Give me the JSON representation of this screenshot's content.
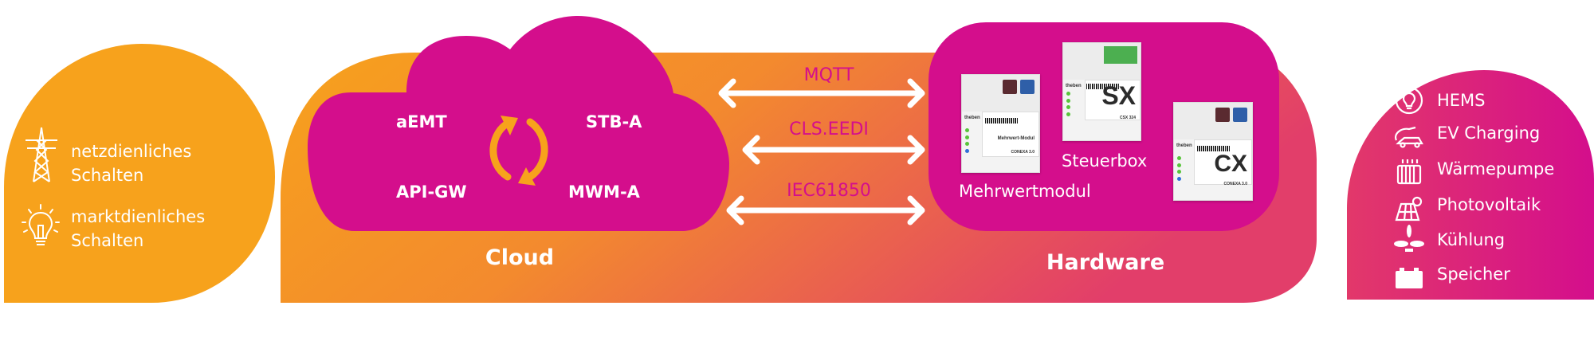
{
  "colors": {
    "orange": "#F7A21C",
    "magenta": "#D40E8C",
    "coral": "#E8506A",
    "white": "#FFFFFF"
  },
  "left_panel": {
    "items": [
      {
        "icon": "power-tower-icon",
        "line1": "netzdienliches",
        "line2": "Schalten"
      },
      {
        "icon": "lightbulb-icon",
        "line1": "marktdienliches",
        "line2": "Schalten"
      }
    ]
  },
  "cloud": {
    "label": "Cloud",
    "services": [
      "aEMT",
      "STB-A",
      "API-GW",
      "MWM-A"
    ],
    "center_icon": "sync-cycle-icon"
  },
  "protocols": [
    "MQTT",
    "CLS.EEDI",
    "IEC61850"
  ],
  "hardware": {
    "label": "Hardware",
    "devices": [
      {
        "name": "Mehrwertmodul",
        "brand": "theben",
        "face_title": "Mehrwert-Modul",
        "model": "CONEXA 3.0"
      },
      {
        "name": "Steuerbox",
        "brand": "theben",
        "code": "SX",
        "model": "CSX 324"
      },
      {
        "brand": "theben",
        "code": "CX",
        "model": "CONEXA 3.0"
      }
    ]
  },
  "right_panel": {
    "items": [
      {
        "icon": "hems-bulb-cycle-icon",
        "label": "HEMS"
      },
      {
        "icon": "ev-car-plug-icon",
        "label": "EV Charging"
      },
      {
        "icon": "radiator-icon",
        "label": "Wärmepumpe"
      },
      {
        "icon": "solar-panel-icon",
        "label": "Photovoltaik"
      },
      {
        "icon": "fan-icon",
        "label": "Kühlung"
      },
      {
        "icon": "battery-icon",
        "label": "Speicher"
      }
    ]
  }
}
